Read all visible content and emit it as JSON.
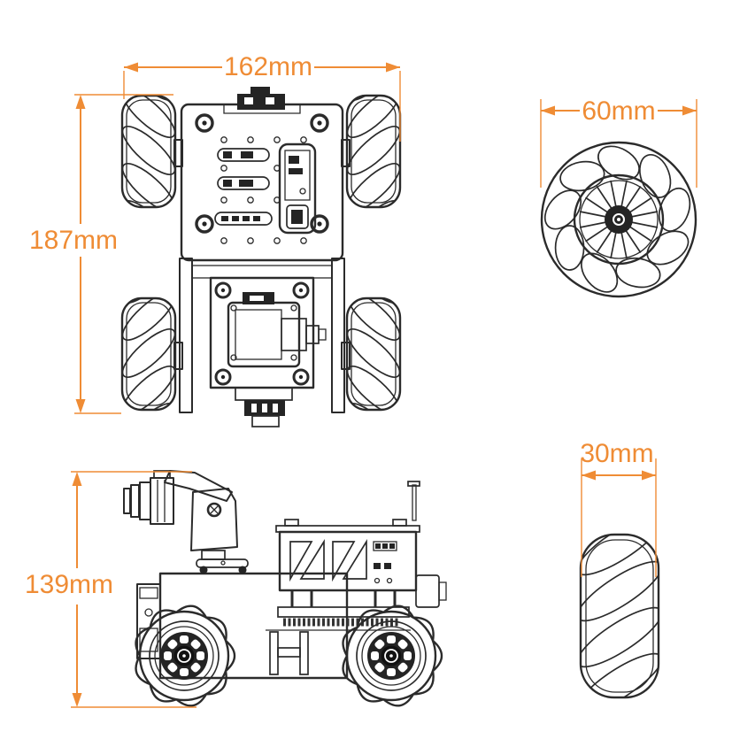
{
  "colors": {
    "dimension_accent": "#EF8C35",
    "drawing_line": "#2B2B2B",
    "background": "#FFFFFF"
  },
  "views": {
    "top_view": {
      "width": {
        "label": "162mm",
        "value_mm": 162,
        "axis": "horizontal"
      },
      "length": {
        "label": "187mm",
        "value_mm": 187,
        "axis": "vertical"
      }
    },
    "wheel_front_view": {
      "diameter": {
        "label": "60mm",
        "value_mm": 60,
        "axis": "horizontal"
      }
    },
    "robot_side_view": {
      "height": {
        "label": "139mm",
        "value_mm": 139,
        "axis": "vertical"
      }
    },
    "wheel_side_view": {
      "width": {
        "label": "30mm",
        "value_mm": 30,
        "axis": "horizontal"
      }
    }
  }
}
